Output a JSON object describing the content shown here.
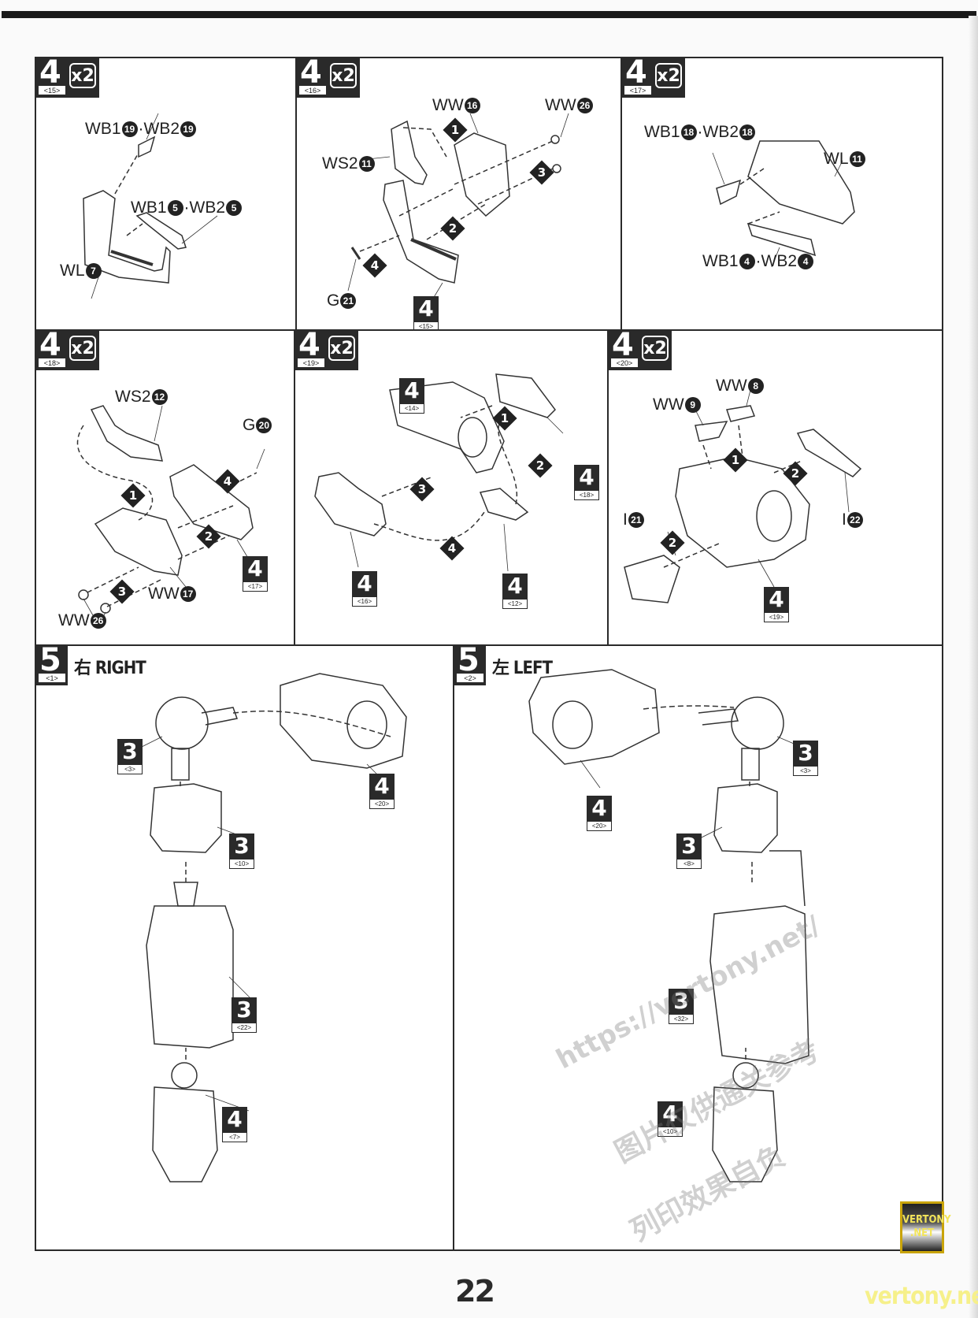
{
  "page": {
    "number": "22"
  },
  "panels": [
    {
      "step": "4",
      "sub": "<15>",
      "mult": "x2",
      "labels": [
        {
          "part": "WB1",
          "n": "19",
          "part2": "WB2",
          "n2": "19"
        },
        {
          "part": "WB1",
          "n": "5",
          "part2": "WB2",
          "n2": "5"
        },
        {
          "part": "WL",
          "n": "7"
        }
      ]
    },
    {
      "step": "4",
      "sub": "<16>",
      "mult": "x2",
      "labels": [
        {
          "part": "WW",
          "n": "16"
        },
        {
          "part": "WW",
          "n": "26"
        },
        {
          "part": "WS2",
          "n": "11"
        },
        {
          "part": "G",
          "n": "21"
        }
      ],
      "steps": [
        "1",
        "2",
        "3",
        "4"
      ],
      "refs": [
        {
          "n": "4",
          "sub": "<15>"
        }
      ]
    },
    {
      "step": "4",
      "sub": "<17>",
      "mult": "x2",
      "labels": [
        {
          "part": "WB1",
          "n": "18",
          "part2": "WB2",
          "n2": "18"
        },
        {
          "part": "WL",
          "n": "11"
        },
        {
          "part": "WB1",
          "n": "4",
          "part2": "WB2",
          "n2": "4"
        }
      ]
    },
    {
      "step": "4",
      "sub": "<18>",
      "mult": "x2",
      "labels": [
        {
          "part": "WS2",
          "n": "12"
        },
        {
          "part": "G",
          "n": "20"
        },
        {
          "part": "WW",
          "n": "17"
        },
        {
          "part": "WW",
          "n": "26"
        }
      ],
      "steps": [
        "1",
        "2",
        "3",
        "4"
      ],
      "refs": [
        {
          "n": "4",
          "sub": "<17>"
        }
      ]
    },
    {
      "step": "4",
      "sub": "<19>",
      "mult": "x2",
      "steps": [
        "1",
        "2",
        "3",
        "4"
      ],
      "refs": [
        {
          "n": "4",
          "sub": "<14>"
        },
        {
          "n": "4",
          "sub": "<18>"
        },
        {
          "n": "4",
          "sub": "<16>"
        },
        {
          "n": "4",
          "sub": "<12>"
        }
      ]
    },
    {
      "step": "4",
      "sub": "<20>",
      "mult": "x2",
      "labels": [
        {
          "part": "WW",
          "n": "8"
        },
        {
          "part": "WW",
          "n": "9"
        },
        {
          "part": "I",
          "n": "21"
        },
        {
          "part": "I",
          "n": "22"
        }
      ],
      "steps": [
        "1",
        "2",
        "2"
      ],
      "refs": [
        {
          "n": "4",
          "sub": "<19>"
        }
      ]
    },
    {
      "step": "5",
      "sub": "<1>",
      "side": "右 RIGHT",
      "refs": [
        {
          "n": "3",
          "sub": "<3>"
        },
        {
          "n": "4",
          "sub": "<20>"
        },
        {
          "n": "3",
          "sub": "<10>"
        },
        {
          "n": "3",
          "sub": "<22>"
        },
        {
          "n": "4",
          "sub": "<7>"
        }
      ]
    },
    {
      "step": "5",
      "sub": "<2>",
      "side": "左 LEFT",
      "refs": [
        {
          "n": "4",
          "sub": "<20>"
        },
        {
          "n": "3",
          "sub": "<3>"
        },
        {
          "n": "3",
          "sub": "<8>"
        },
        {
          "n": "3",
          "sub": "<32>"
        },
        {
          "n": "4",
          "sub": "<10>"
        }
      ]
    }
  ],
  "watermark": {
    "url": "https://vertony.net/",
    "line1": "图片仅供通关参考",
    "line2": "列印效果自负",
    "badge": "VERTONY .NET",
    "site": "vertony.net"
  }
}
